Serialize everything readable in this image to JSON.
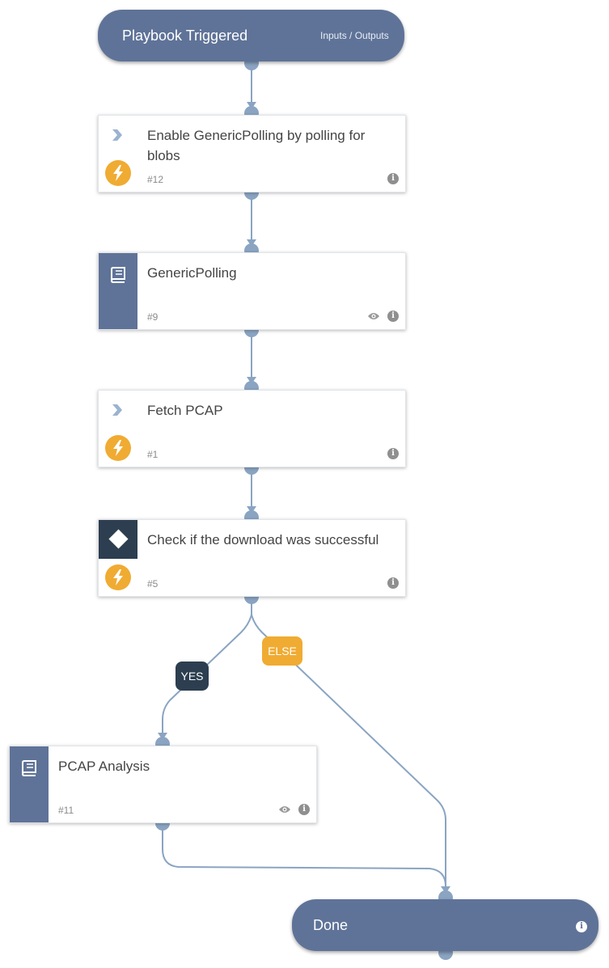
{
  "start": {
    "title": "Playbook Triggered",
    "io_link": "Inputs / Outputs"
  },
  "tasks": {
    "enable_polling": {
      "title": "Enable GenericPolling by polling for blobs",
      "number": "#12"
    },
    "generic_polling": {
      "title": "GenericPolling",
      "number": "#9"
    },
    "fetch_pcap": {
      "title": "Fetch PCAP",
      "number": "#1"
    },
    "check_download": {
      "title": "Check if the download was successful",
      "number": "#5"
    },
    "pcap_analysis": {
      "title": "PCAP Analysis",
      "number": "#11"
    }
  },
  "branches": {
    "yes": "YES",
    "else": "ELSE"
  },
  "end": {
    "title": "Done"
  },
  "colors": {
    "node": "#5f7398",
    "condition": "#2c3e50",
    "automation": "#f0ab32",
    "edge": "#8aa4c2"
  },
  "icons": {
    "automation": "lightning-icon",
    "standard": "chevron-icon",
    "subplaybook": "book-icon",
    "condition": "diamond-icon",
    "info": "info-icon",
    "view": "eye-icon"
  }
}
